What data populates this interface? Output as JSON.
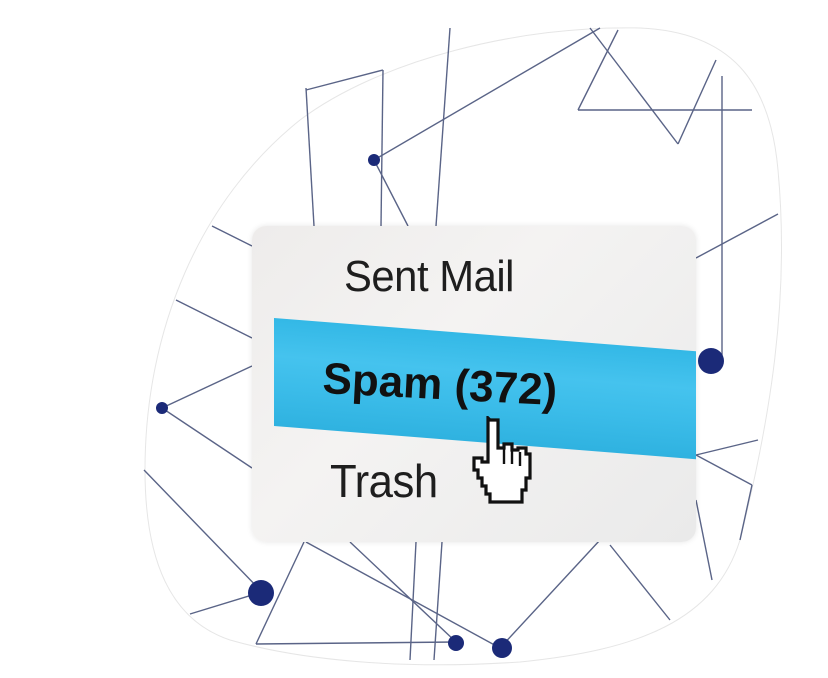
{
  "menu": {
    "items": [
      {
        "label": "Sent Mail",
        "selected": false
      },
      {
        "label": "Spam (372)",
        "selected": true
      },
      {
        "label": "Trash",
        "selected": false
      }
    ]
  },
  "cursor": {
    "icon": "hand-pointer-icon"
  },
  "colors": {
    "highlight": "#3bbce9",
    "node": "#1b2a78",
    "line": "#5a6487",
    "card": "#efeeed",
    "text": "#1e1e1e"
  }
}
